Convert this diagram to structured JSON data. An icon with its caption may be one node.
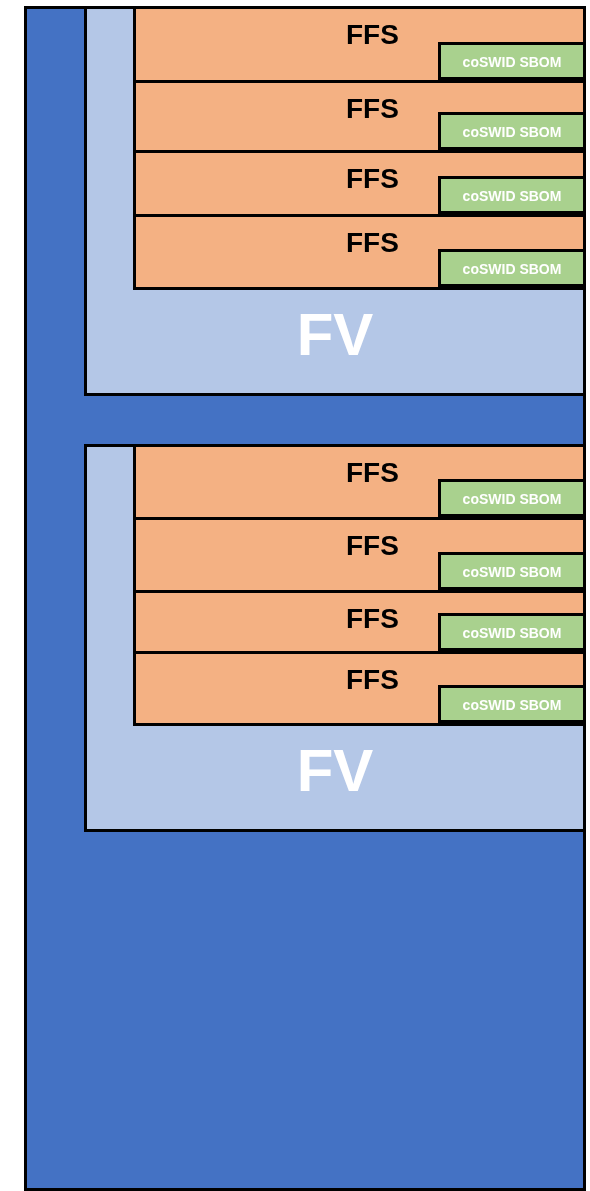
{
  "diagram": {
    "nodes": [
      {
        "text": [],
        "shape": "box"
      },
      {
        "text": [
          "FV"
        ],
        "in": 0
      },
      {
        "text": [
          "FFS"
        ],
        "in": 1
      },
      {
        "text": [
          "coSWID SBOM"
        ],
        "in": 2
      },
      {
        "text": [
          "FFS"
        ],
        "in": 1
      },
      {
        "text": [
          "coSWID SBOM"
        ],
        "in": 4
      },
      {
        "text": [
          "FFS"
        ],
        "in": 1
      },
      {
        "text": [
          "coSWID SBOM"
        ],
        "in": 6
      },
      {
        "text": [
          "FFS"
        ],
        "in": 1
      },
      {
        "text": [
          "coSWID SBOM"
        ],
        "in": 8
      },
      {
        "text": [
          "FV"
        ],
        "in": 0
      },
      {
        "text": [
          "FFS"
        ],
        "in": 10
      },
      {
        "text": [
          "coSWID SBOM"
        ],
        "in": 11
      },
      {
        "text": [
          "FFS"
        ],
        "in": 10
      },
      {
        "text": [
          "coSWID SBOM"
        ],
        "in": 13
      },
      {
        "text": [
          "FFS"
        ],
        "in": 10
      },
      {
        "text": [
          "coSWID SBOM"
        ],
        "in": 15
      },
      {
        "text": [
          "FFS"
        ],
        "in": 10
      },
      {
        "text": [
          "coSWID SBOM"
        ],
        "in": 17
      }
    ]
  }
}
